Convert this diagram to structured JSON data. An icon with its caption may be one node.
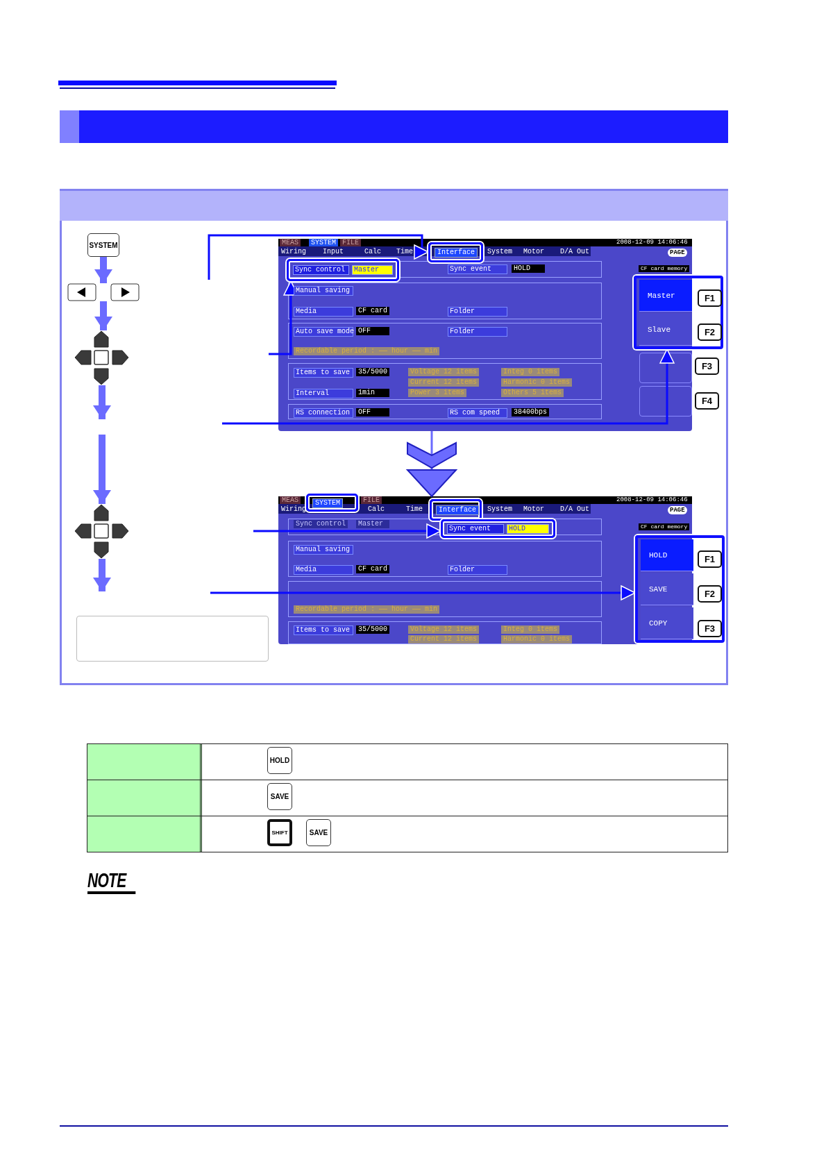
{
  "diagram": {
    "nodes": [
      {
        "text": [
          "SYSTEM"
        ]
      },
      {
        "text": [],
        "shape": "box"
      },
      {
        "text": [],
        "shape": "box"
      },
      {
        "text": [
          "Interface"
        ],
        "in": 2
      },
      {
        "text": [
          "Sync control",
          "Master"
        ],
        "in": 2
      },
      {
        "text": [
          "Master",
          "Slave"
        ]
      },
      {
        "text": [
          "F1"
        ],
        "in": 5
      },
      {
        "text": [
          "F2"
        ],
        "in": 5
      },
      {
        "text": [
          "F3"
        ]
      },
      {
        "text": [
          "F4"
        ]
      },
      {
        "text": [],
        "shape": "box"
      },
      {
        "text": [],
        "shape": "box"
      },
      {
        "text": [],
        "shape": "box"
      },
      {
        "text": [
          "SYSTEM"
        ],
        "in": 12
      },
      {
        "text": [
          "Interface"
        ],
        "in": 12
      },
      {
        "text": [
          "Sync event",
          "HOLD"
        ],
        "in": 12
      },
      {
        "text": [
          "HOLD",
          "SAVE",
          "COPY"
        ]
      },
      {
        "text": [
          "F1"
        ],
        "in": 16
      },
      {
        "text": [
          "F2"
        ],
        "in": 16
      },
      {
        "text": [
          "F3"
        ],
        "in": 16
      },
      {
        "text": [],
        "shape": "box"
      },
      {
        "text": [
          "HOLD"
        ]
      },
      {
        "text": [
          "SAVE"
        ]
      },
      {
        "text": [
          "SHIFT"
        ]
      },
      {
        "text": [
          "SAVE"
        ]
      },
      {
        "text": [],
        "shape": "bar"
      },
      {
        "text": [],
        "shape": "box",
        "in": 2
      },
      {
        "text": [],
        "shape": "box",
        "in": 2
      }
    ],
    "edges": [
      {
        "from": 0,
        "to": 1,
        "arrow": "to",
        "style": "thick"
      },
      {
        "from": 1,
        "to": 10,
        "arrow": "to",
        "style": "thick"
      },
      {
        "from": 10,
        "to": null,
        "arrow": "to",
        "style": "thick"
      },
      {
        "from": null,
        "to": 11,
        "arrow": "to",
        "style": "thick"
      },
      {
        "from": 11,
        "to": null,
        "arrow": "to",
        "style": "thick"
      },
      {
        "from": null,
        "to": 3,
        "arrow": "to",
        "color": "#0a0aff"
      },
      {
        "from": null,
        "to": 4,
        "arrow": "to",
        "color": "#0a0aff"
      },
      {
        "from": null,
        "to": 5,
        "arrow": "to",
        "color": "#0a0aff"
      },
      {
        "from": 2,
        "to": 12,
        "arrow": "to"
      },
      {
        "from": null,
        "to": 15,
        "arrow": "to",
        "color": "#0a0aff"
      },
      {
        "from": null,
        "to": 16,
        "arrow": "to",
        "color": "#0a0aff"
      }
    ],
    "labels": [
      "MEAS",
      "SYSTEM",
      "FILE",
      "2008-12-09 14:06:46",
      "Wiring",
      "Input",
      "Calc",
      "Time",
      "System",
      "Motor",
      "D/A Out",
      "PAGE",
      "Sync event",
      "HOLD",
      "CF card memory",
      "Manual saving",
      "Media",
      "CF card",
      "Folder",
      "Auto save mode",
      "OFF",
      "Folder",
      "Recordable period : ―― hour ―― min",
      "Items to save",
      "35/5000",
      "Voltage 12 items",
      "Integ 0 items",
      "Current 12 items",
      "Harmonic 0 items",
      "Interval",
      "1min",
      "Power 3 items",
      "Others 5 items",
      "RS connection",
      "OFF",
      "RS com speed",
      "38400bps",
      "MEAS",
      "FILE",
      "2008-12-09 14:06:46",
      "Wiring",
      "Calc",
      "Time",
      "System",
      "Motor",
      "D/A Out",
      "PAGE",
      "Sync control",
      "Master",
      "CF card memory",
      "Manual saving",
      "Media",
      "CF card",
      "Folder",
      "Recordable period : ―― hour ―― min",
      "Items to save",
      "35/5000",
      "Voltage 12 items",
      "Integ 0 items",
      "Current 12 items",
      "Harmonic 0 items",
      "NOTE"
    ]
  }
}
